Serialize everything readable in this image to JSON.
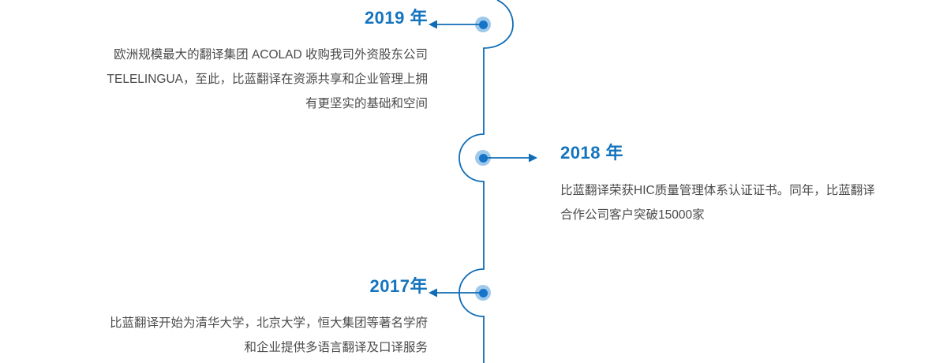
{
  "theme": {
    "accent": "#1474be",
    "node_core": "#1774c8",
    "node_halo": "#9fc9ea",
    "line": "#0f6cb6",
    "body_text": "#4b4b4b",
    "background": "#ffffff"
  },
  "timeline": {
    "entries": [
      {
        "id": "2019",
        "year": "2019 年",
        "side": "left",
        "arrow": "arrow-left",
        "body_lines": [
          "欧洲规模最大的翻译集团  ACOLAD  收购我司外资股东公司",
          "TELELINGUA，至此，比蓝翻译在资源共享和企业管理上拥",
          "有更坚实的基础和空间"
        ]
      },
      {
        "id": "2018",
        "year": "2018 年",
        "side": "right",
        "arrow": "arrow-right",
        "body_lines": [
          "比蓝翻译荣获HIC质量管理体系认证证书。同年，比蓝翻译",
          "合作公司客户突破15000家"
        ]
      },
      {
        "id": "2017",
        "year": "2017年",
        "side": "left",
        "arrow": "arrow-left",
        "body_lines": [
          "比蓝翻译开始为清华大学，北京大学，恒大集团等著名学府",
          "和企业提供多语言翻译及口译服务"
        ]
      }
    ]
  }
}
